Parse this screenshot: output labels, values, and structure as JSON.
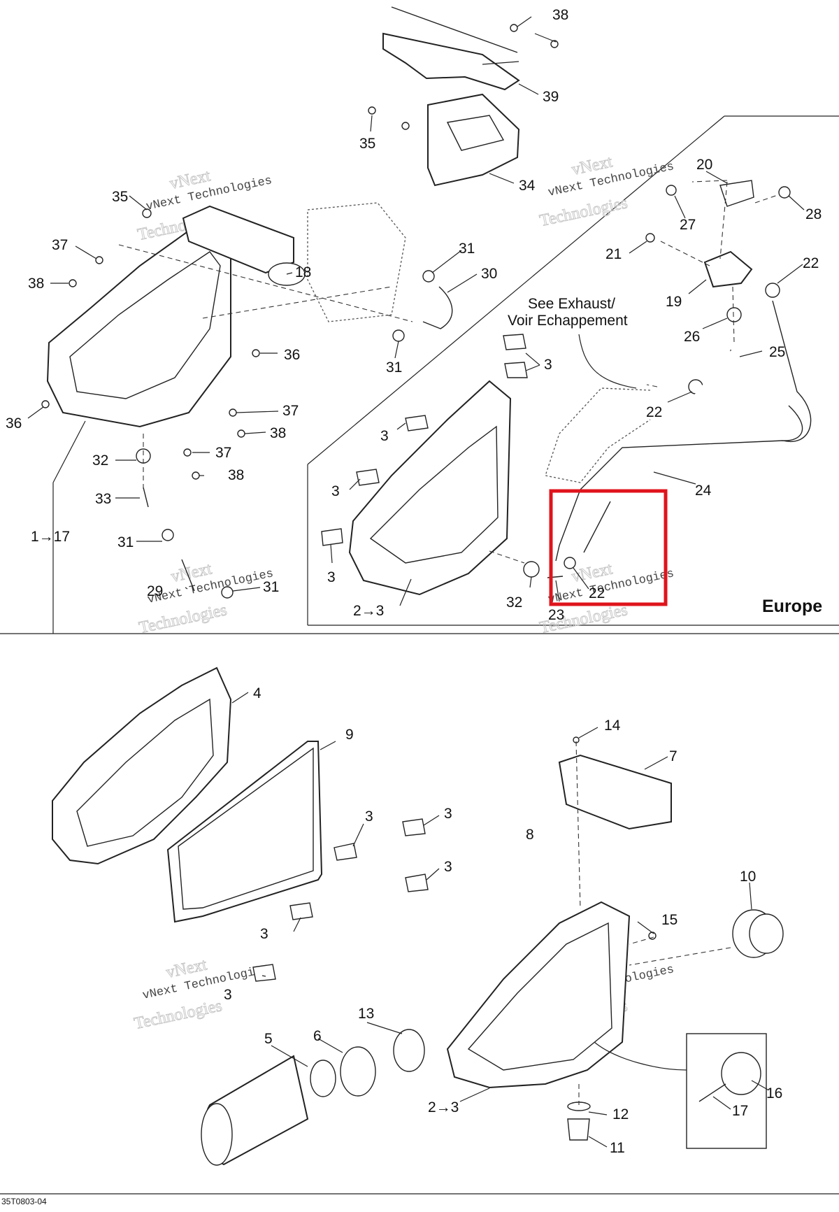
{
  "diagram": {
    "region_label": "Europe",
    "exhaust_note_line1": "See Exhaust/",
    "exhaust_note_line2": "Voir Echappement",
    "footer_code": "35T0803-04",
    "watermark_line1": "vNext",
    "watermark_line2": "vNext Technologies",
    "watermark_line3": "Technologies",
    "highlight_color": "#e0141c",
    "callouts_top": [
      "38",
      "39",
      "35",
      "34",
      "35",
      "37",
      "38",
      "18",
      "31",
      "30",
      "31",
      "36",
      "36",
      "37",
      "38",
      "32",
      "37",
      "38",
      "33",
      "31",
      "1→17",
      "29",
      "31",
      "20",
      "27",
      "28",
      "21",
      "22",
      "19",
      "26",
      "25",
      "22",
      "24",
      "3",
      "3",
      "3",
      "3",
      "2→3",
      "32",
      "23",
      "22"
    ],
    "callouts_bottom": [
      "4",
      "9",
      "3",
      "3",
      "3",
      "3",
      "3",
      "14",
      "7",
      "8",
      "10",
      "15",
      "13",
      "6",
      "5",
      "2→3",
      "12",
      "11",
      "16",
      "17"
    ]
  }
}
